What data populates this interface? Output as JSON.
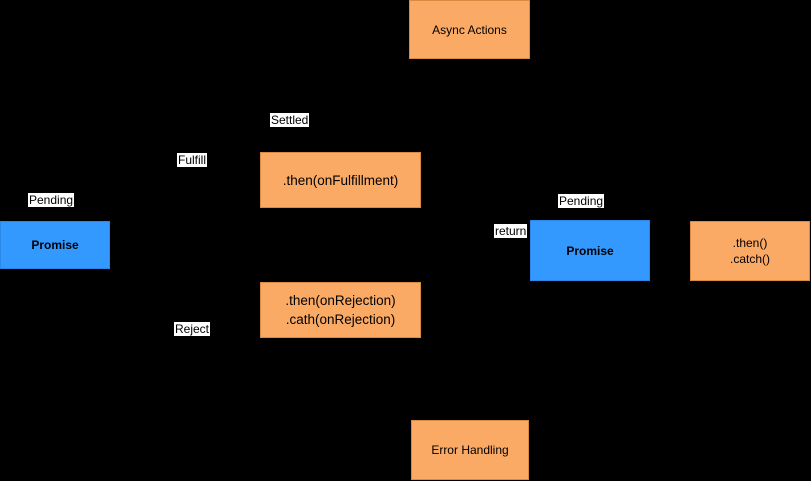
{
  "diagram": {
    "description": "Promise lifecycle flow diagram on black background",
    "colors": {
      "background": "#000000",
      "node_orange": "#FAAA64",
      "node_blue": "#3399FF",
      "edge_label_background": "#FFFFFF",
      "text": "#000000"
    },
    "nodes": {
      "async_actions": {
        "label": "Async Actions"
      },
      "promise_left": {
        "label": "Promise"
      },
      "then_fulfillment": {
        "label": ".then(onFulfillment)"
      },
      "then_rejection": {
        "line1": ".then(onRejection)",
        "line2": ".cath(onRejection)"
      },
      "promise_right": {
        "label": "Promise"
      },
      "then_catch": {
        "line1": ".then()",
        "line2": ".catch()"
      },
      "error_handling": {
        "label": "Error Handling"
      }
    },
    "edge_labels": {
      "pending_left": "Pending",
      "fulfill": "Fulfill",
      "settled": "Settled",
      "reject": "Reject",
      "return_label": "return",
      "pending_right": "Pending"
    }
  }
}
